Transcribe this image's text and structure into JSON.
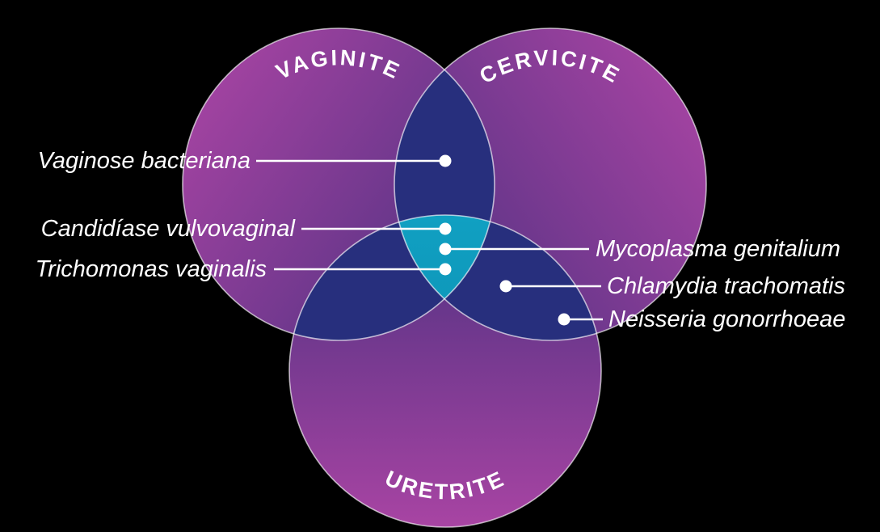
{
  "venn": {
    "language": "pt",
    "circles": [
      {
        "id": "vaginite",
        "label": "VAGINITE"
      },
      {
        "id": "cervicite",
        "label": "CERVICITE"
      },
      {
        "id": "uretrite",
        "label": "URETRITE"
      }
    ],
    "annotations": [
      {
        "label": "Vaginose bacteriana",
        "side": "left",
        "region": "vaginite + cervicite"
      },
      {
        "label": "Candidíase vulvovaginal",
        "side": "left",
        "region": "vaginite + cervicite + uretrite"
      },
      {
        "label": "Trichomonas vaginalis",
        "side": "left",
        "region": "vaginite + cervicite + uretrite"
      },
      {
        "label": "Mycoplasma genitalium",
        "side": "right",
        "region": "vaginite + cervicite + uretrite"
      },
      {
        "label": "Chlamydia trachomatis",
        "side": "right",
        "region": "cervicite + uretrite"
      },
      {
        "label": "Neisseria gonorrhoeae",
        "side": "right",
        "region": "cervicite + uretrite"
      }
    ],
    "colors": {
      "background": "#000000",
      "circle_outer": "#a844a3",
      "circle_inner": "#4e3181",
      "pair_overlap": "#272f7d",
      "triple_overlap_top": "#10a0c2",
      "triple_overlap_bottom": "#0a85a9",
      "text": "#ffffff",
      "outline": "#ffffff"
    }
  }
}
